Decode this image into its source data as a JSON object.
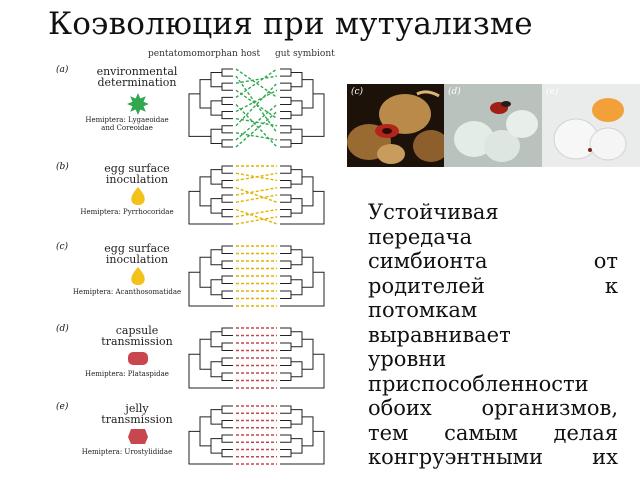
{
  "title": "Коэволюция при мутуализме",
  "column_headers": {
    "host": "pentatomomorphan host",
    "symbiont": "gut symbiont"
  },
  "panels": [
    {
      "label": "(a)",
      "mode": "environmental determination",
      "mode_lines": [
        "environmental",
        "determination"
      ],
      "taxon_lines": [
        "Hemiptera: Lygaeoidae",
        "and Coreoidae"
      ],
      "marker": "green-star",
      "marker_color": "#2fa84f",
      "link_color": "#2fa84f",
      "links": "tangled"
    },
    {
      "label": "(b)",
      "mode": "egg surface inoculation",
      "mode_lines": [
        "egg surface",
        "inoculation"
      ],
      "taxon_lines": [
        "Hemiptera: Pyrrhocoridae"
      ],
      "marker": "yellow-drop",
      "marker_color": "#f2c21b",
      "link_color": "#e2b400",
      "links": "partly-crossed"
    },
    {
      "label": "(c)",
      "mode": "egg surface inoculation",
      "mode_lines": [
        "egg surface",
        "inoculation"
      ],
      "taxon_lines": [
        "Hemiptera: Acanthosomatidae"
      ],
      "marker": "yellow-drop",
      "marker_color": "#f2c21b",
      "link_color": "#e2b400",
      "links": "parallel"
    },
    {
      "label": "(d)",
      "mode": "capsule transmission",
      "mode_lines": [
        "capsule",
        "transmission"
      ],
      "taxon_lines": [
        "Hemiptera: Plataspidae"
      ],
      "marker": "red-capsule",
      "marker_color": "#c8474f",
      "link_color": "#c8474f",
      "links": "parallel"
    },
    {
      "label": "(e)",
      "mode": "jelly transmission",
      "mode_lines": [
        "jelly",
        "transmission"
      ],
      "taxon_lines": [
        "Hemiptera: Urostylididae"
      ],
      "marker": "red-jelly",
      "marker_color": "#c8474f",
      "link_color": "#c8474f",
      "links": "parallel"
    }
  ],
  "photos": [
    {
      "label": "(c)",
      "subject": "brown seed pods with red bug"
    },
    {
      "label": "(d)",
      "subject": "translucent symbiont capsules"
    },
    {
      "label": "(e)",
      "subject": "jelly with egg mass"
    }
  ],
  "body_text": "Устойчивая передача симбионта от родителей к потомкам выравнивает уровни приспособленности обоих организмов, тем самым делая конгруэнтными их",
  "body_lines": [
    "Устойчивая",
    "передача",
    "симбионта от",
    "родителей к",
    "потомкам",
    "выравнивает",
    "уровни",
    "приспособленности",
    "обоих организмов,",
    "тем самым делая",
    "конгруэнтными их"
  ]
}
